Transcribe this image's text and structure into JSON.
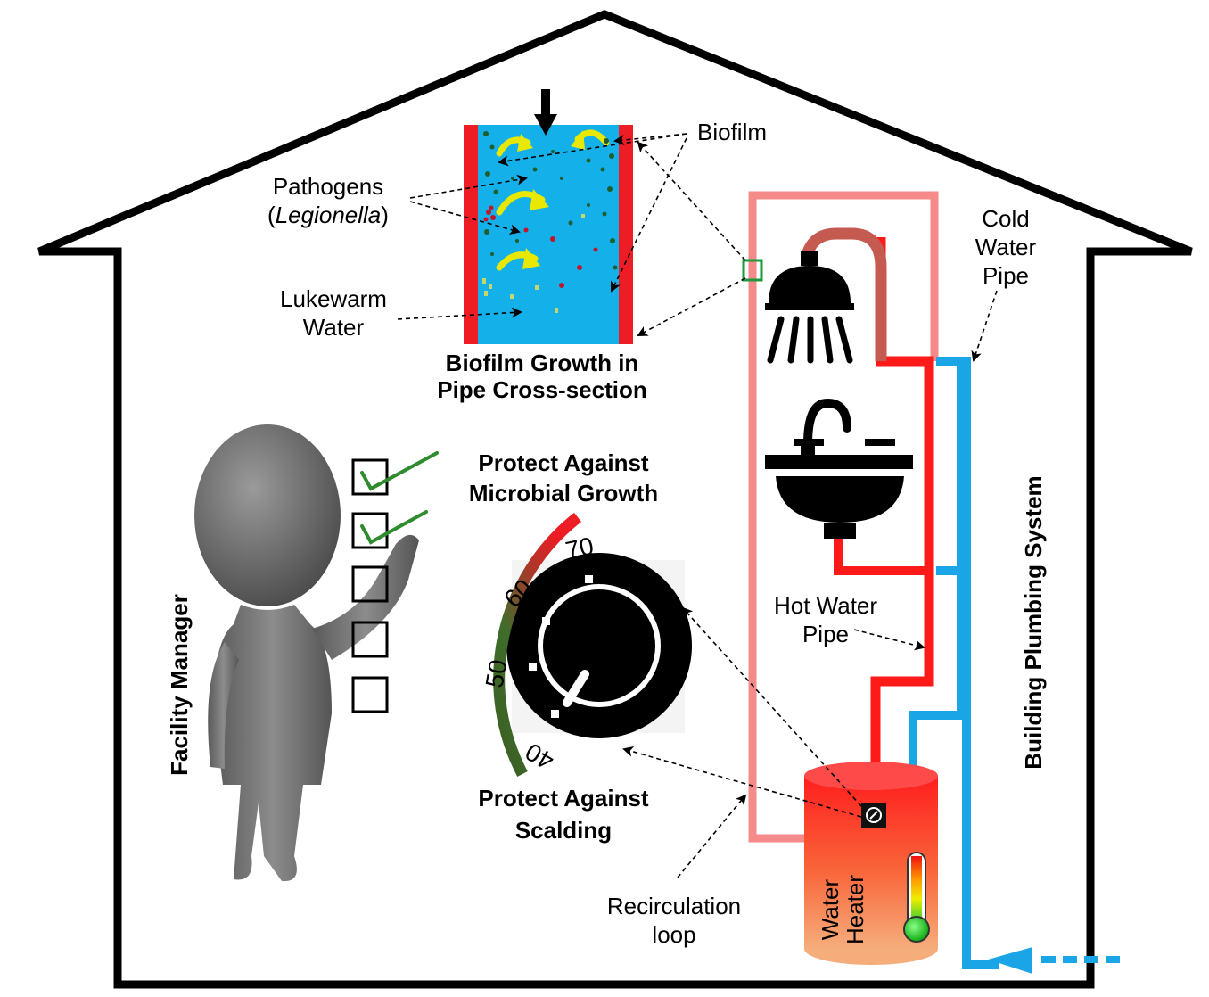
{
  "labels": {
    "biofilm": "Biofilm",
    "pathogens_line1": "Pathogens",
    "pathogens_paren_open": "(",
    "pathogens_italic": "Legionella",
    "pathogens_paren_close": ")",
    "lukewarm_line1": "Lukewarm",
    "lukewarm_line2": "Water",
    "cross_section_line1": "Biofilm Growth in",
    "cross_section_line2": "Pipe Cross-section",
    "cold_pipe_line1": "Cold",
    "cold_pipe_line2": "Water",
    "cold_pipe_line3": "Pipe",
    "hot_pipe_line1": "Hot Water",
    "hot_pipe_line2": "Pipe",
    "recirc_line1": "Recirculation",
    "recirc_line2": "loop",
    "heater_line1": "Water",
    "heater_line2": "Heater",
    "protect_microbial_line1": "Protect Against",
    "protect_microbial_line2": "Microbial Growth",
    "protect_scalding_line1": "Protect Against",
    "protect_scalding_line2": "Scalding",
    "facility_manager": "Facility Manager",
    "building_plumbing": "Building  Plumbing System"
  },
  "dial": {
    "ticks": [
      "40",
      "50",
      "60",
      "70"
    ]
  },
  "colors": {
    "hot_pipe": "#ff1a1a",
    "recirc_pipe": "#f48a8a",
    "cold_pipe": "#1aa6e6",
    "pipe_water": "#14b0ea",
    "biofilm_wall": "#ee1c24",
    "check_green": "#2e8b2e",
    "arc_hot": "#ee1c24",
    "arc_cool": "#3a6b2a"
  }
}
